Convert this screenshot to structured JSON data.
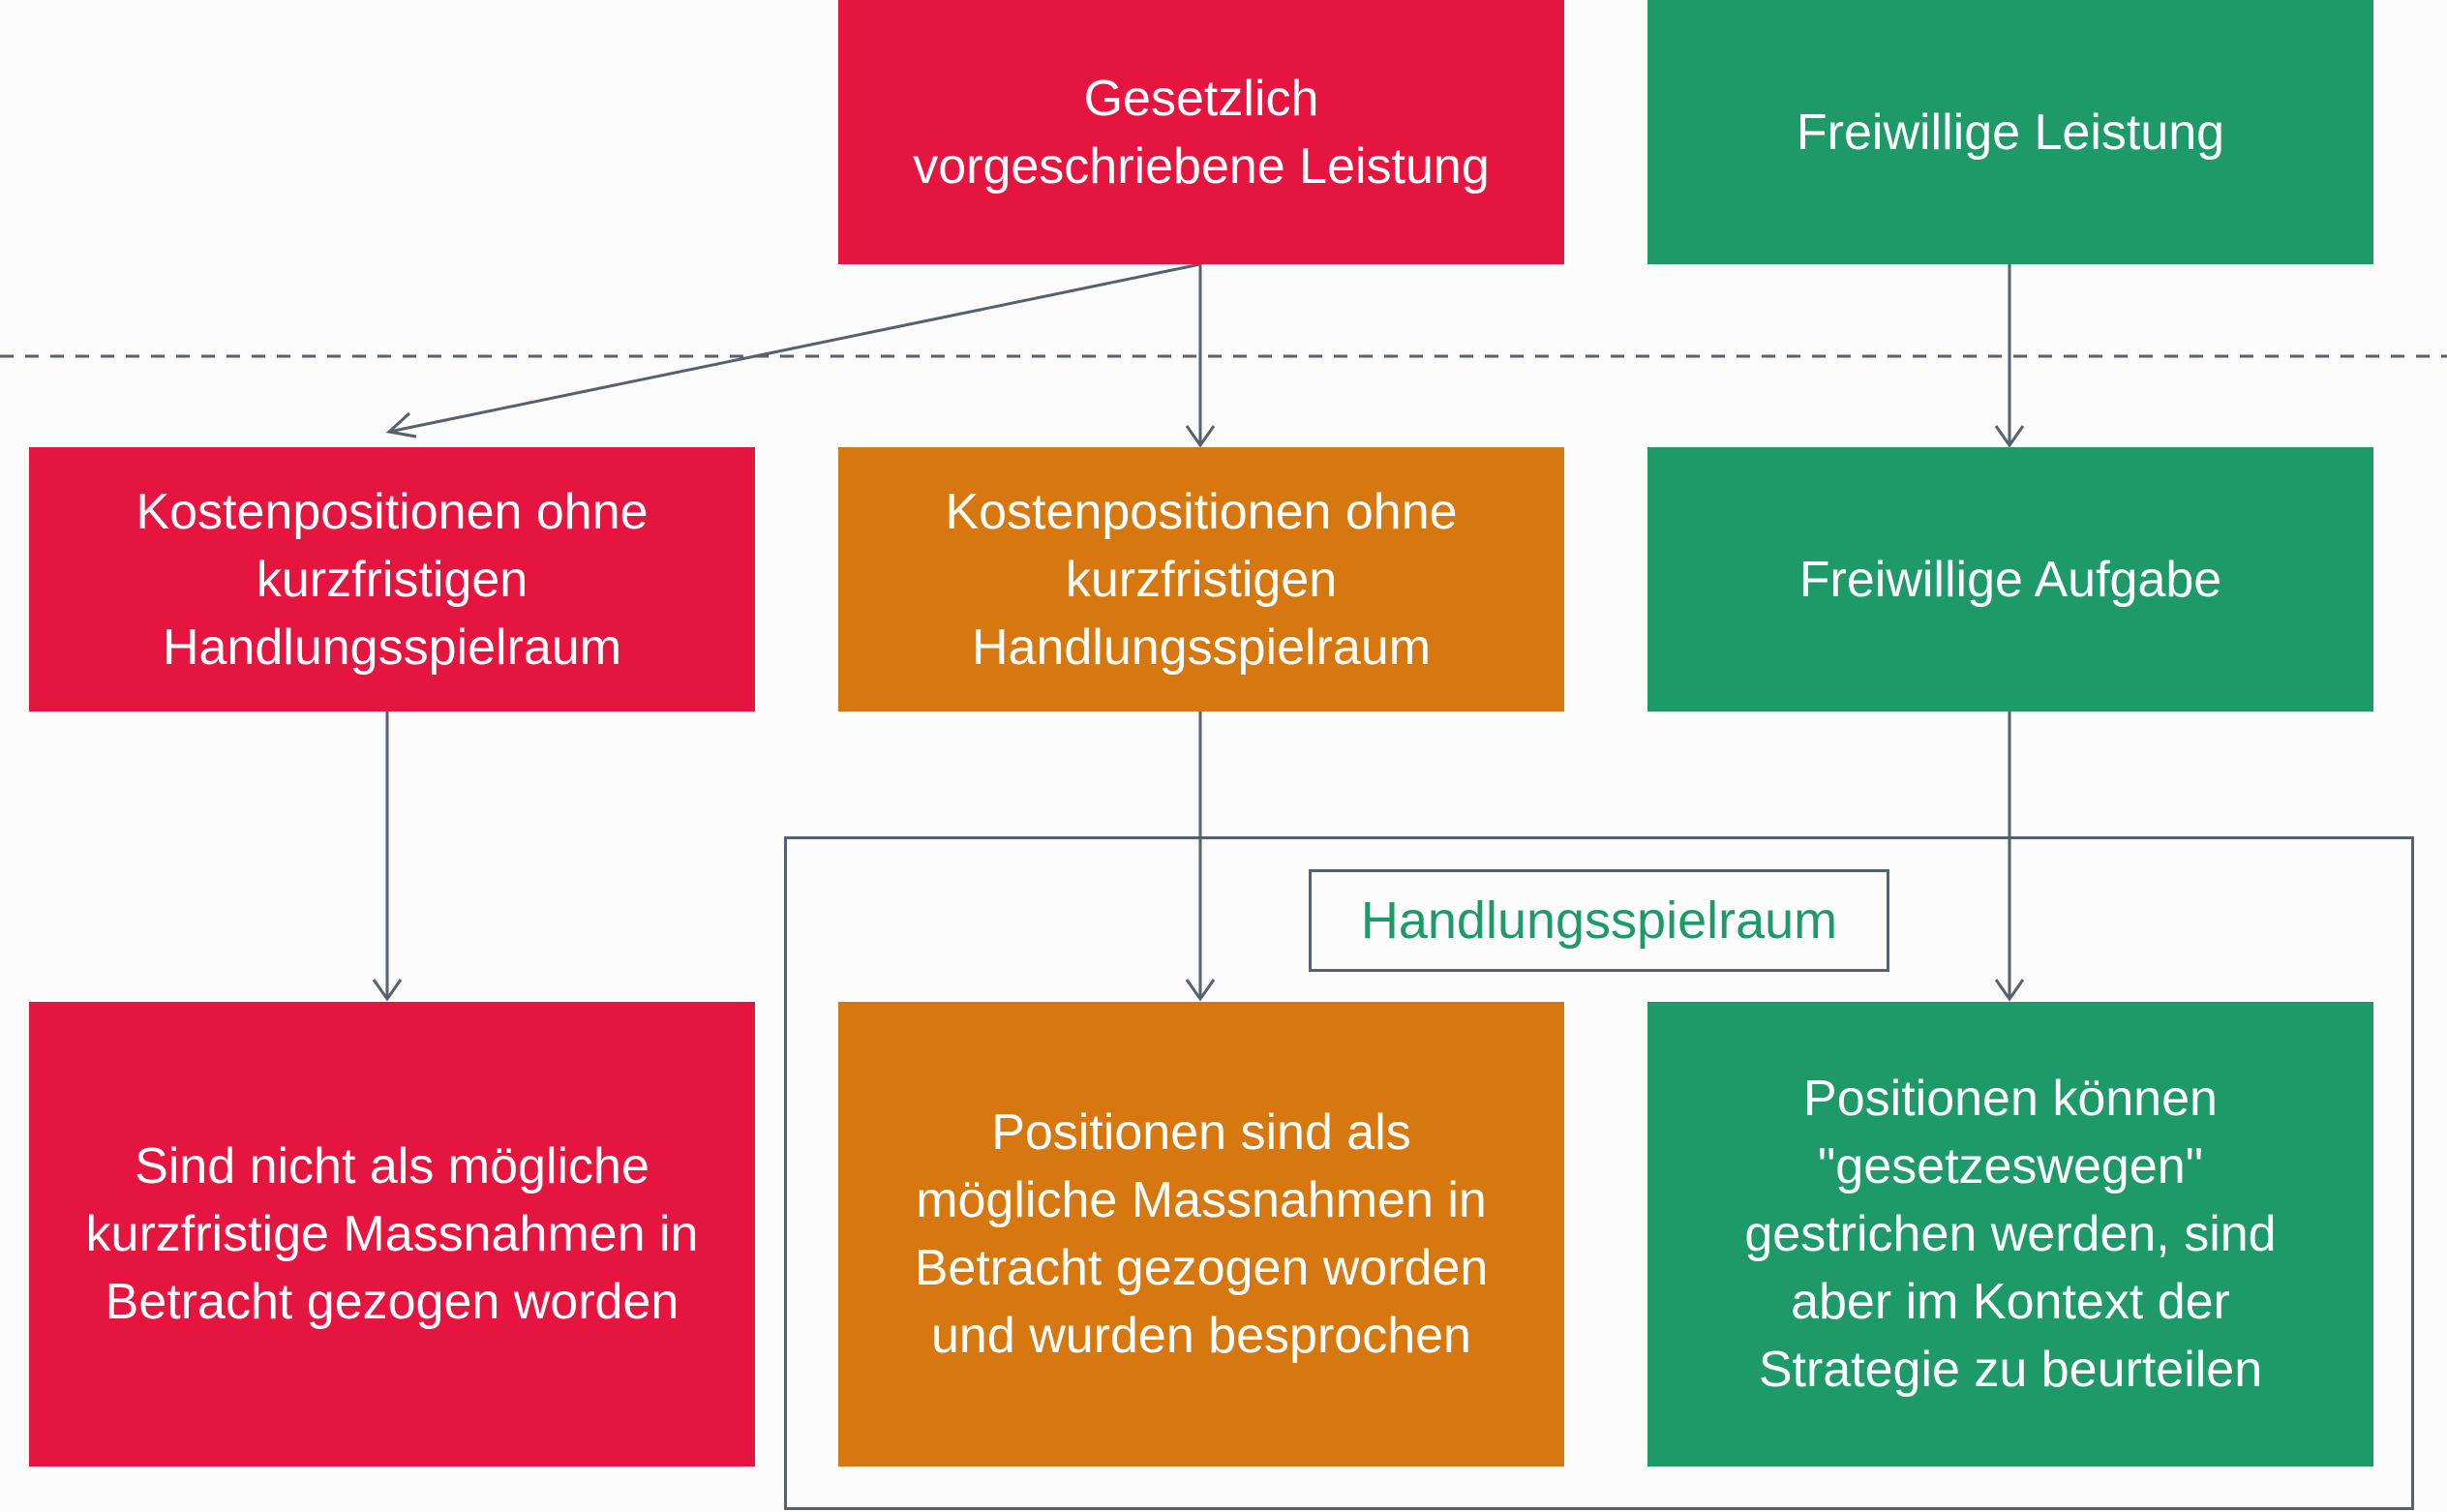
{
  "colors": {
    "red": "#e5153f",
    "orange": "#d6780f",
    "green": "#1e9a68",
    "line": "#55616e"
  },
  "top_row": {
    "mandatory": "Gesetzlich\nvorgeschriebene Leistung",
    "voluntary": "Freiwillige Leistung"
  },
  "middle_row": {
    "red": "Kostenpositionen ohne\nkurzfristigen\nHandlungsspielraum",
    "orange": "Kostenpositionen ohne\nkurzfristigen\nHandlungsspielraum",
    "green": "Freiwillige Aufgabe"
  },
  "group": {
    "label": "Handlungsspielraum"
  },
  "bottom_row": {
    "red": "Sind nicht als mögliche\nkurzfristige Massnahmen in\nBetracht gezogen worden",
    "orange": "Positionen sind als\nmögliche Massnahmen in\nBetracht gezogen worden\nund wurden besprochen",
    "green": "Positionen können\n\"gesetzeswegen\"\ngestrichen werden, sind\naber im Kontext der\nStrategie zu beurteilen"
  }
}
